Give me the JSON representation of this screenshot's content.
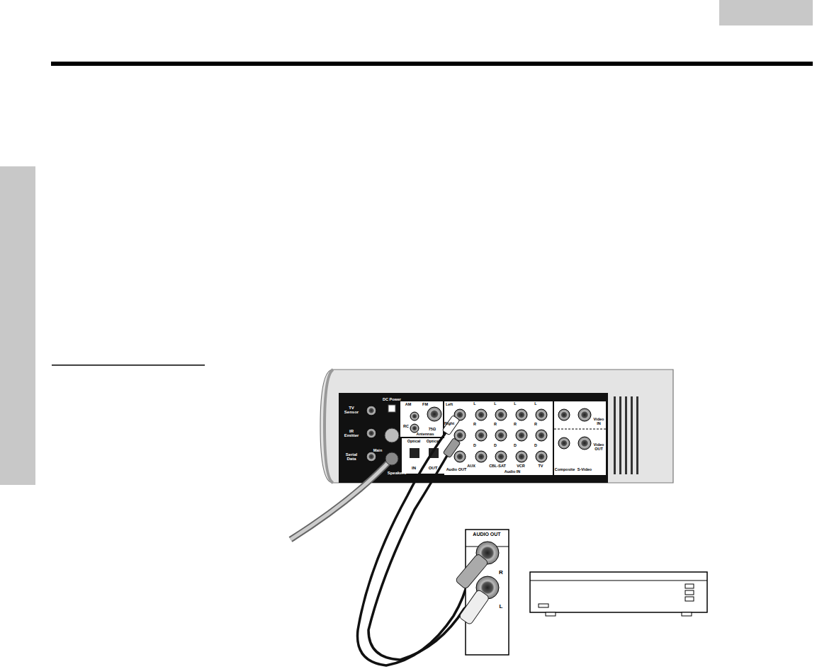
{
  "diagram": {
    "labels": [
      "TV Sensor",
      "IR Emitter",
      "Serial Data",
      "DC Power",
      "Main",
      "Speakers",
      "AM",
      "FM",
      "RC",
      "75Ω",
      "Antennas",
      "Optical",
      "Optical",
      "IN",
      "OUT",
      "Left",
      "Right",
      "Audio OUT",
      "L",
      "R",
      "D",
      "L",
      "R",
      "D",
      "L",
      "R",
      "D",
      "L",
      "R",
      "D",
      "AUX",
      "CBL-SAT",
      "VCR",
      "TV",
      "Audio IN",
      "Video IN",
      "Video OUT",
      "Composite",
      "S-Video",
      "AUDIO OUT",
      "R",
      "L"
    ]
  }
}
